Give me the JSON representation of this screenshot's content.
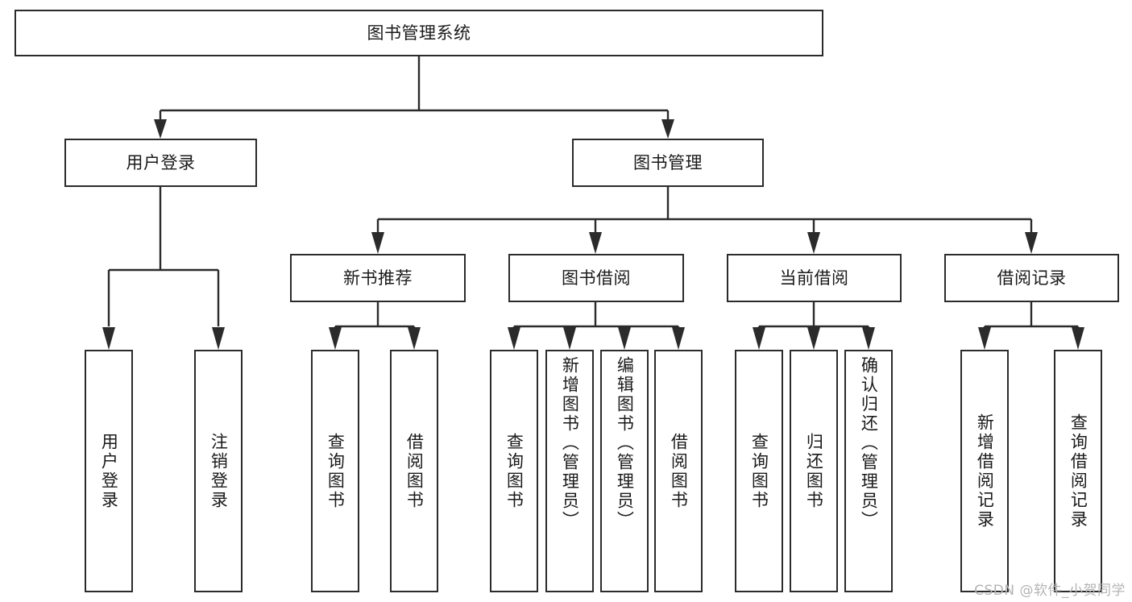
{
  "diagram": {
    "title": "图书管理系统",
    "type": "功能结构图",
    "background_color": "#ffffff",
    "line_color": "#2b2b2b",
    "text_color": "#1a1a1a"
  },
  "root": {
    "label": "图书管理系统"
  },
  "branches": [
    {
      "label": "用户登录",
      "leaves": [
        {
          "label": "用户登录"
        },
        {
          "label": "注销登录"
        }
      ]
    },
    {
      "label": "图书管理",
      "groups": [
        {
          "label": "新书推荐",
          "leaves": [
            {
              "label": "查询图书"
            },
            {
              "label": "借阅图书"
            }
          ]
        },
        {
          "label": "图书借阅",
          "leaves": [
            {
              "label": "查询图书"
            },
            {
              "label": "新增图书（管理员）"
            },
            {
              "label": "编辑图书（管理员）"
            },
            {
              "label": "借阅图书"
            }
          ]
        },
        {
          "label": "当前借阅",
          "leaves": [
            {
              "label": "查询图书"
            },
            {
              "label": "归还图书"
            },
            {
              "label": "确认归还（管理员）"
            }
          ]
        },
        {
          "label": "借阅记录",
          "leaves": [
            {
              "label": "新增借阅记录"
            },
            {
              "label": "查询借阅记录"
            }
          ]
        }
      ]
    }
  ],
  "watermark": {
    "text": "CSDN @软件_小贺同学"
  }
}
